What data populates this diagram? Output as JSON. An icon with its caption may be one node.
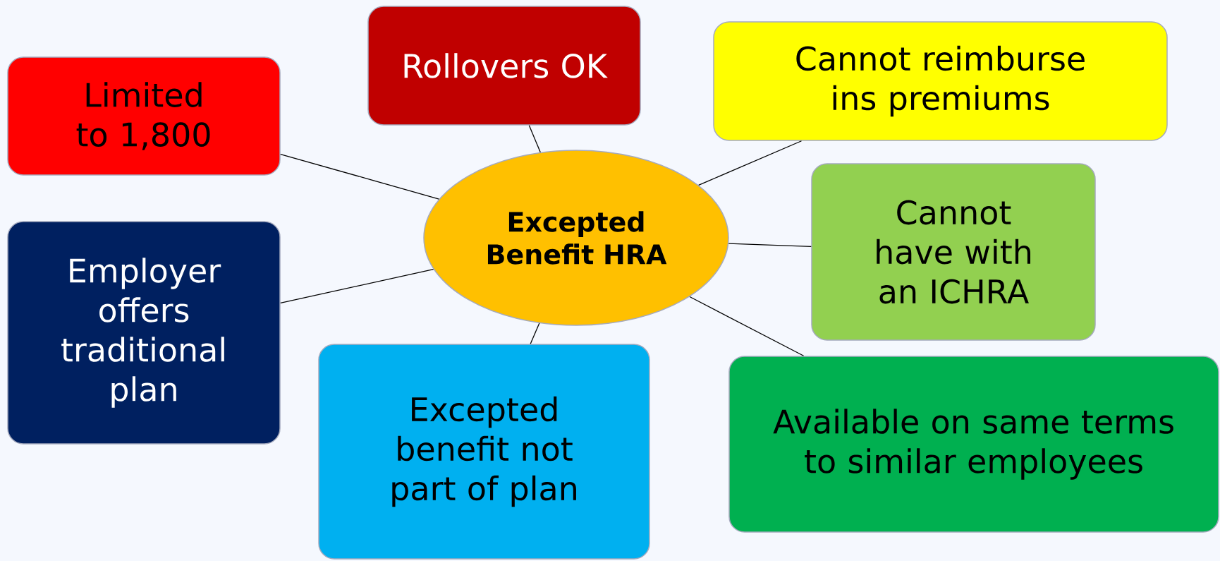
{
  "diagram": {
    "nodes": [
      {
        "text": [
          "Excepted Benefit HRA"
        ]
      },
      {
        "text": [
          "Rollovers OK"
        ]
      },
      {
        "text": [
          "Limited to 1,800"
        ]
      },
      {
        "text": [
          "Cannot reimburse ins premiums"
        ]
      },
      {
        "text": [
          "Cannot have with an ICHRA"
        ]
      },
      {
        "text": [
          "Employer offers traditional plan"
        ]
      },
      {
        "text": [
          "Excepted benefit not part of plan"
        ]
      },
      {
        "text": [
          "Available on same terms to similar employees"
        ]
      }
    ],
    "edges": [
      {
        "from": 0,
        "to": 1,
        "arrow": "none"
      },
      {
        "from": 0,
        "to": 2,
        "arrow": "none"
      },
      {
        "from": 0,
        "to": 3,
        "arrow": "none"
      },
      {
        "from": 0,
        "to": 4,
        "arrow": "none"
      },
      {
        "from": 0,
        "to": 5,
        "arrow": "none"
      },
      {
        "from": 0,
        "to": 6,
        "arrow": "none"
      },
      {
        "from": 0,
        "to": 7,
        "arrow": "none"
      }
    ]
  }
}
